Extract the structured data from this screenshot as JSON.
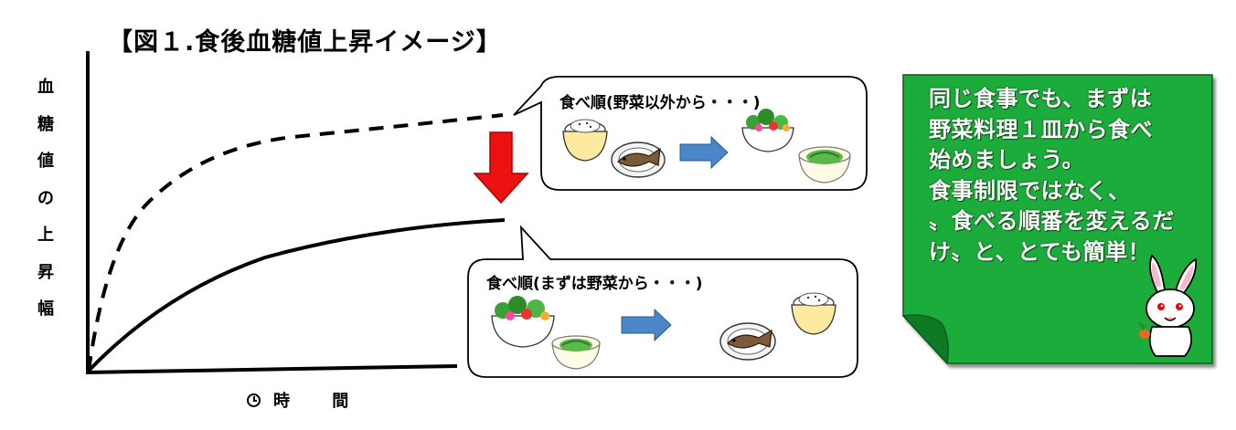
{
  "title": "【図１.食後血糖値上昇イメージ】",
  "y_axis_label_chars": [
    "血",
    "糖",
    "値",
    "の",
    "上",
    "昇",
    "幅"
  ],
  "x_axis_label": "時 間",
  "bubble_top": {
    "text": "食べ順(野菜以外から・・・)"
  },
  "bubble_bottom": {
    "text": "食べ順(まずは野菜から・・・)"
  },
  "note": {
    "lines": [
      "同じ食事でも、まずは",
      "野菜料理１皿から食べ",
      "始めましょう。",
      "食事制限ではなく、",
      "〟食べる順番を変えるだ",
      "け〟と、とても簡単！"
    ],
    "background_color": "#1aac3a"
  },
  "colors": {
    "arrow_red": "#ee1111",
    "arrow_blue": "#4a86c8"
  },
  "icons": [
    "clock-icon",
    "rice-bowl-icon",
    "fish-plate-icon",
    "salad-bowl-icon",
    "greens-bowl-icon",
    "rabbit-mascot-icon"
  ]
}
